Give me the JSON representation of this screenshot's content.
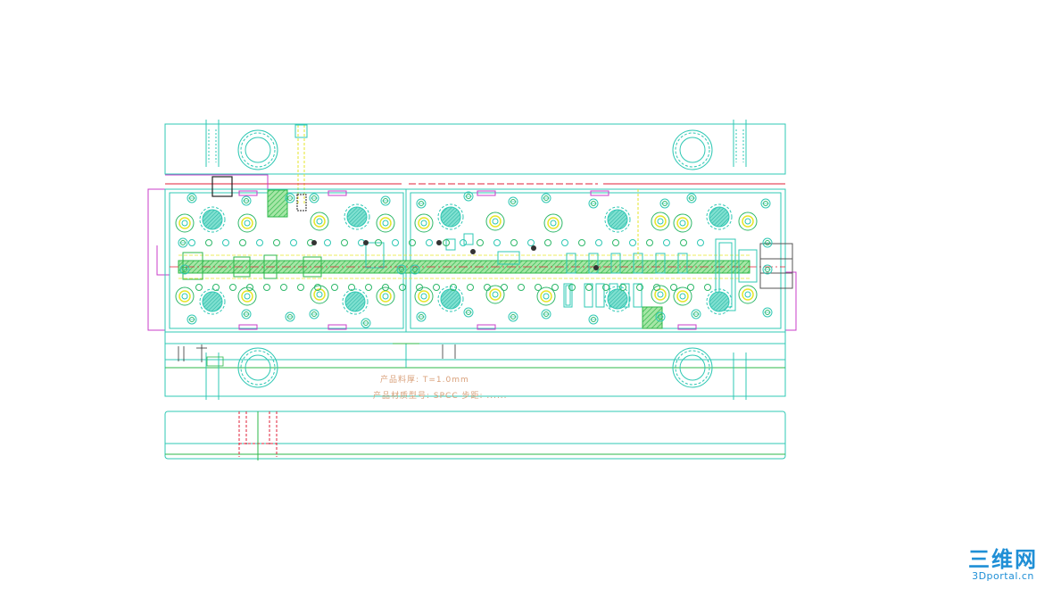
{
  "drawing": {
    "notes": [
      "产品料厚: T=1.0mm",
      "产品材质型号: SPCC    步距: ......"
    ]
  },
  "watermark": {
    "text": "三维网",
    "url": "3Dportal.cn"
  },
  "colors": {
    "plate": "#2fc8b4",
    "hole": "#2fb86a",
    "yellow": "#e6e62a",
    "red": "#e0203a",
    "magenta": "#c83cc8",
    "hatch": "#2db84a",
    "accent_blue": "#1f8fd6"
  }
}
